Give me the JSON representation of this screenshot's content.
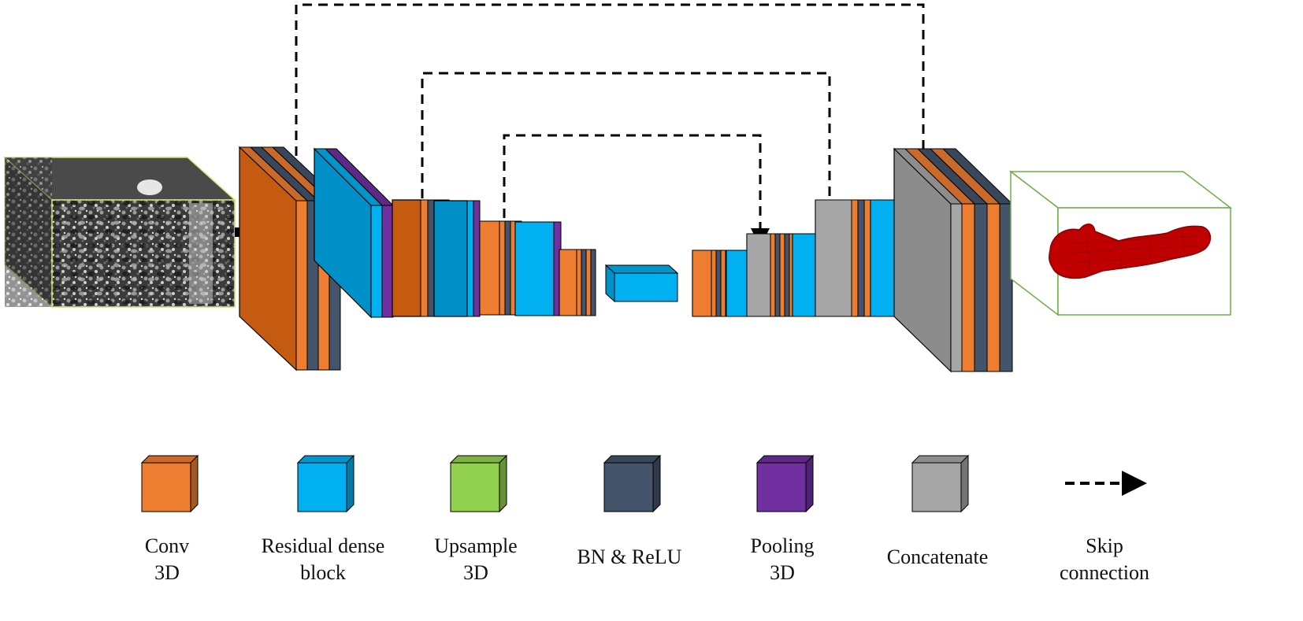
{
  "colors": {
    "conv3d": "#ED7D31",
    "conv3d_dark": "#C55A11",
    "residual_dense_block": "#00B0F0",
    "residual_dense_dark": "#0090C8",
    "upsample3d": "#92D050",
    "bn_relu": "#44546A",
    "pooling3d": "#7030A0",
    "concatenate": "#A6A6A6",
    "concatenate_dark": "#8C8C8C",
    "output_box": "#70AD47",
    "segmentation": "#C00000"
  },
  "input_volume": {
    "icon": "ct-scan-volume"
  },
  "output_volume": {
    "icon": "pancreas-segmentation-mask"
  },
  "legend": [
    {
      "key": "conv3d",
      "line1": "Conv",
      "line2": "3D",
      "icon": "cube-icon"
    },
    {
      "key": "residual_dense_block",
      "line1": "Residual dense",
      "line2": "block",
      "icon": "cube-icon"
    },
    {
      "key": "upsample3d",
      "line1": "Upsample",
      "line2": "3D",
      "icon": "cube-icon"
    },
    {
      "key": "bn_relu",
      "line1": "BN & ReLU",
      "line2": "",
      "icon": "cube-icon"
    },
    {
      "key": "pooling3d",
      "line1": "Pooling",
      "line2": "3D",
      "icon": "cube-icon"
    },
    {
      "key": "concatenate",
      "line1": "Concatenate",
      "line2": "",
      "icon": "cube-icon"
    },
    {
      "key": "skip_connection",
      "line1": "Skip",
      "line2": "connection",
      "icon": "dashed-arrow-icon"
    }
  ]
}
